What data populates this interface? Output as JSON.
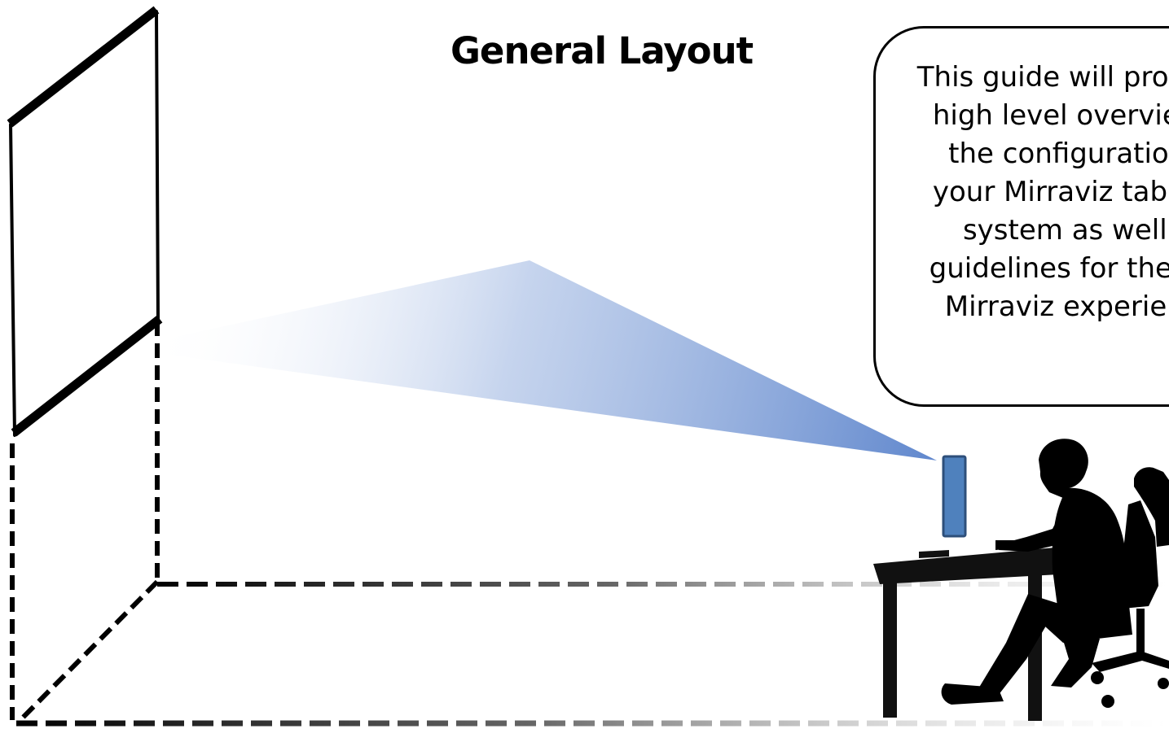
{
  "title": "General Layout",
  "callout": {
    "lines": [
      "This guide will provide a",
      "high level overview of",
      "the configuration of",
      "your Mirraviz tabletop",
      "system as well as",
      "guidelines for the best",
      "Mirraviz experience."
    ]
  },
  "icons": {
    "screen": "projection-screen-icon",
    "projector": "projector-icon",
    "person": "person-at-desk-silhouette-icon",
    "chair": "office-chair-icon",
    "desk": "desk-icon"
  },
  "colors": {
    "beam": "#4472c4",
    "projector_fill": "#4f81bd",
    "projector_stroke": "#2e4f7a",
    "outline": "#000000",
    "background": "#ffffff"
  }
}
